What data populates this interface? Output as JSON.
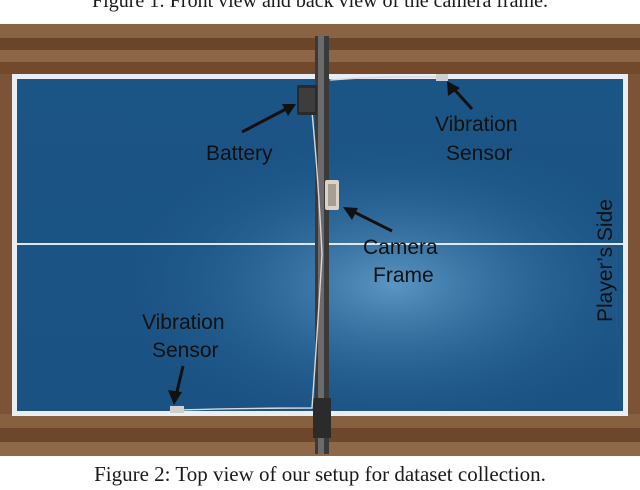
{
  "previous_caption": "Figure 1: Front view and back view of the camera frame.",
  "labels": {
    "battery": "Battery",
    "vibration_sensor_top": [
      "Vibration",
      "Sensor"
    ],
    "vibration_sensor_bottom": [
      "Vibration",
      "Sensor"
    ],
    "camera_frame": [
      "Camera",
      "Frame"
    ],
    "players_side": "Player’s Side"
  },
  "caption": "Figure 2: Top view of our setup for dataset collection.",
  "colors": {
    "table": "#1f5c8f",
    "floor": "#7a5236",
    "border": "#e9eef2",
    "arrow": "#111111"
  }
}
